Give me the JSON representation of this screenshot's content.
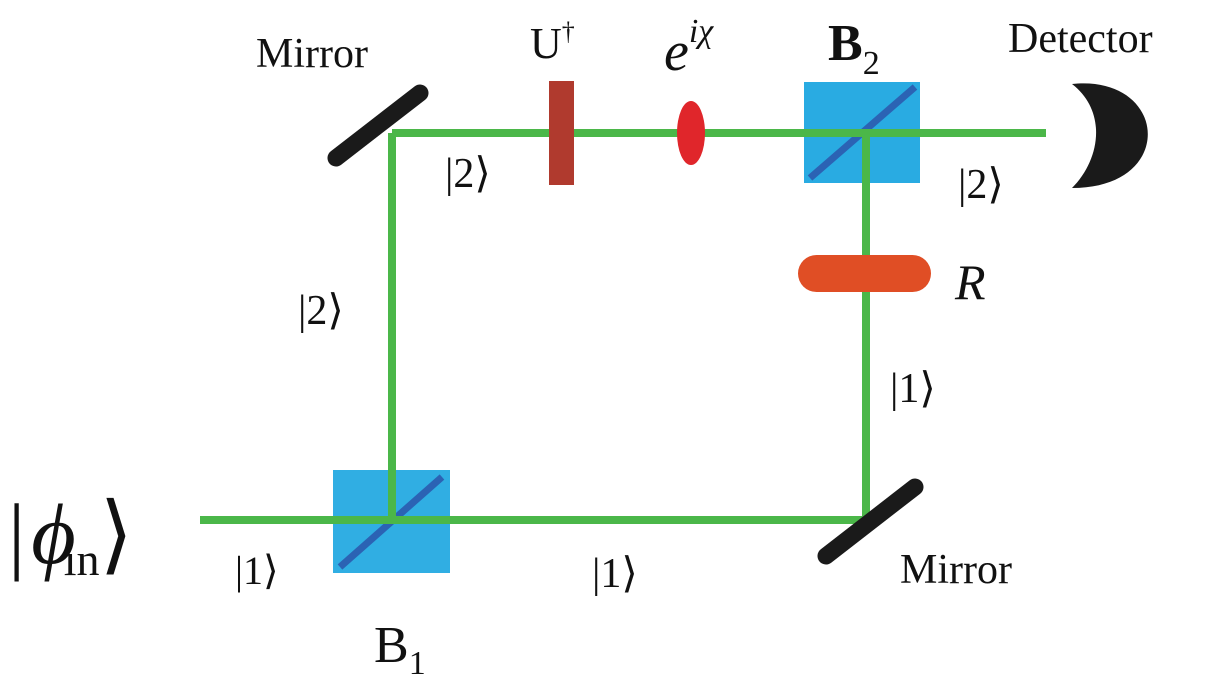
{
  "labels": {
    "mirror_top": "Mirror",
    "mirror_bottom": "Mirror",
    "detector": "Detector",
    "unitary_symbol": "U",
    "unitary_sup": "†",
    "phase_base": "e",
    "phase_sup": "iχ",
    "b1_letter": "B",
    "b1_sub": "1",
    "b2_letter": "B",
    "b2_sub": "2",
    "r_label": "R",
    "ket_2_top": "|2⟩",
    "ket_2_left": "|2⟩",
    "ket_2_right": "|2⟩",
    "ket_1_right": "|1⟩",
    "ket_1_bottom_mid": "|1⟩",
    "ket_1_bottom_left": "|1⟩",
    "input_bar": "|",
    "input_phi": "ϕ",
    "input_sub": "in",
    "input_close": "⟩"
  },
  "colors": {
    "beam": "#4bb749",
    "splitter_cube": "#29abe2",
    "splitter_line": "#2b63b4",
    "mirror": "#1a1a1a",
    "unitary_plate": "#b03a2e",
    "phase_ellipse": "#e0262b",
    "r_plate": "#e04e25",
    "detector": "#1a1a1a"
  }
}
